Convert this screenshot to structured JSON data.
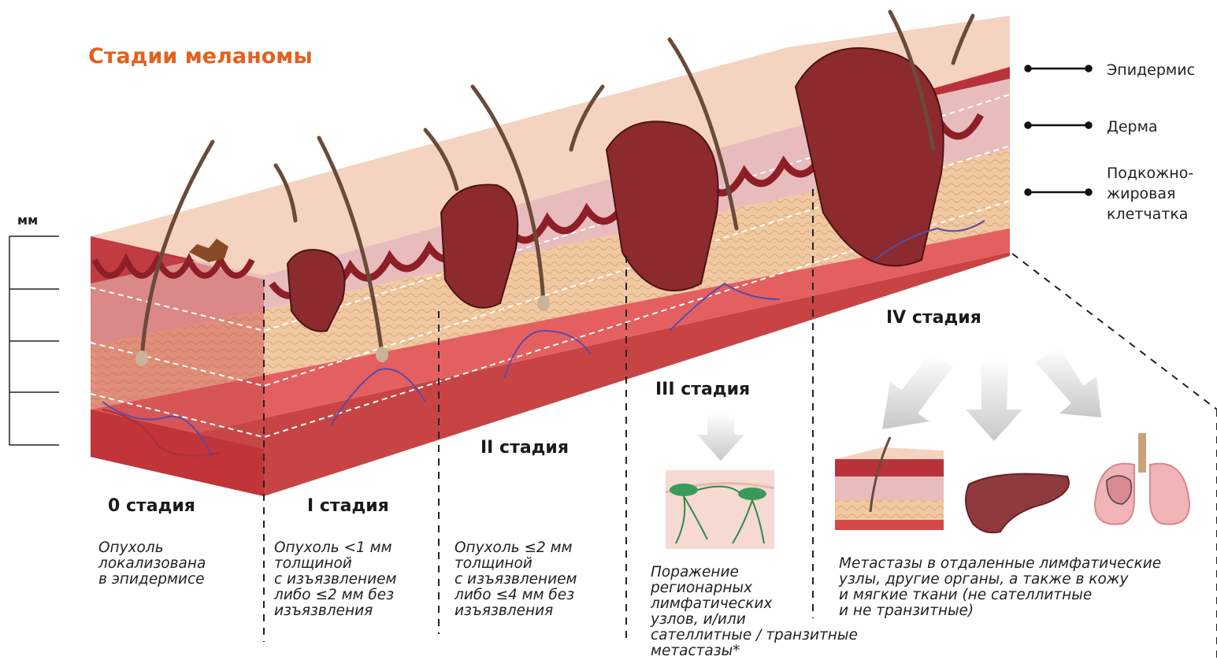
{
  "title": "Стадии меланомы",
  "scale_unit": "мм",
  "layers": [
    "Эпидермис",
    "Дерма",
    "Подкожно-\nжировая\nклетчатка"
  ],
  "stages": [
    {
      "label": "0 стадия",
      "description": "Опухоль\nлокализована\nв эпидермисе"
    },
    {
      "label": "I стадия",
      "description": "Опухоль <1 мм\nтолщиной\nс изъязвлением\nлибо ≤2 мм без\nизъязвления"
    },
    {
      "label": "II стадия",
      "description": "Опухоль ≤2 мм\nтолщиной\nс изъязвлением\nлибо ≤4 мм без\nизъязвления"
    },
    {
      "label": "III стадия",
      "description": "Поражение\nрегионарных\nлимфатических\nузлов, и/или\nсателлитные / транзитные\nметастазы*"
    },
    {
      "label": "IV стадия",
      "description": "Метастазы в отдаленные лимфатические\nузлы, другие органы, а также в кожу\nи мягкие ткани (не сателлитные\nи не транзитные)"
    }
  ],
  "colors": {
    "title": "#e2611f",
    "skin_top": "#f3cdb8",
    "epidermis": "#b52a33",
    "dermis": "#e9b9b9",
    "fat": "#f0caa0",
    "muscle": "#d44a4a"
  }
}
